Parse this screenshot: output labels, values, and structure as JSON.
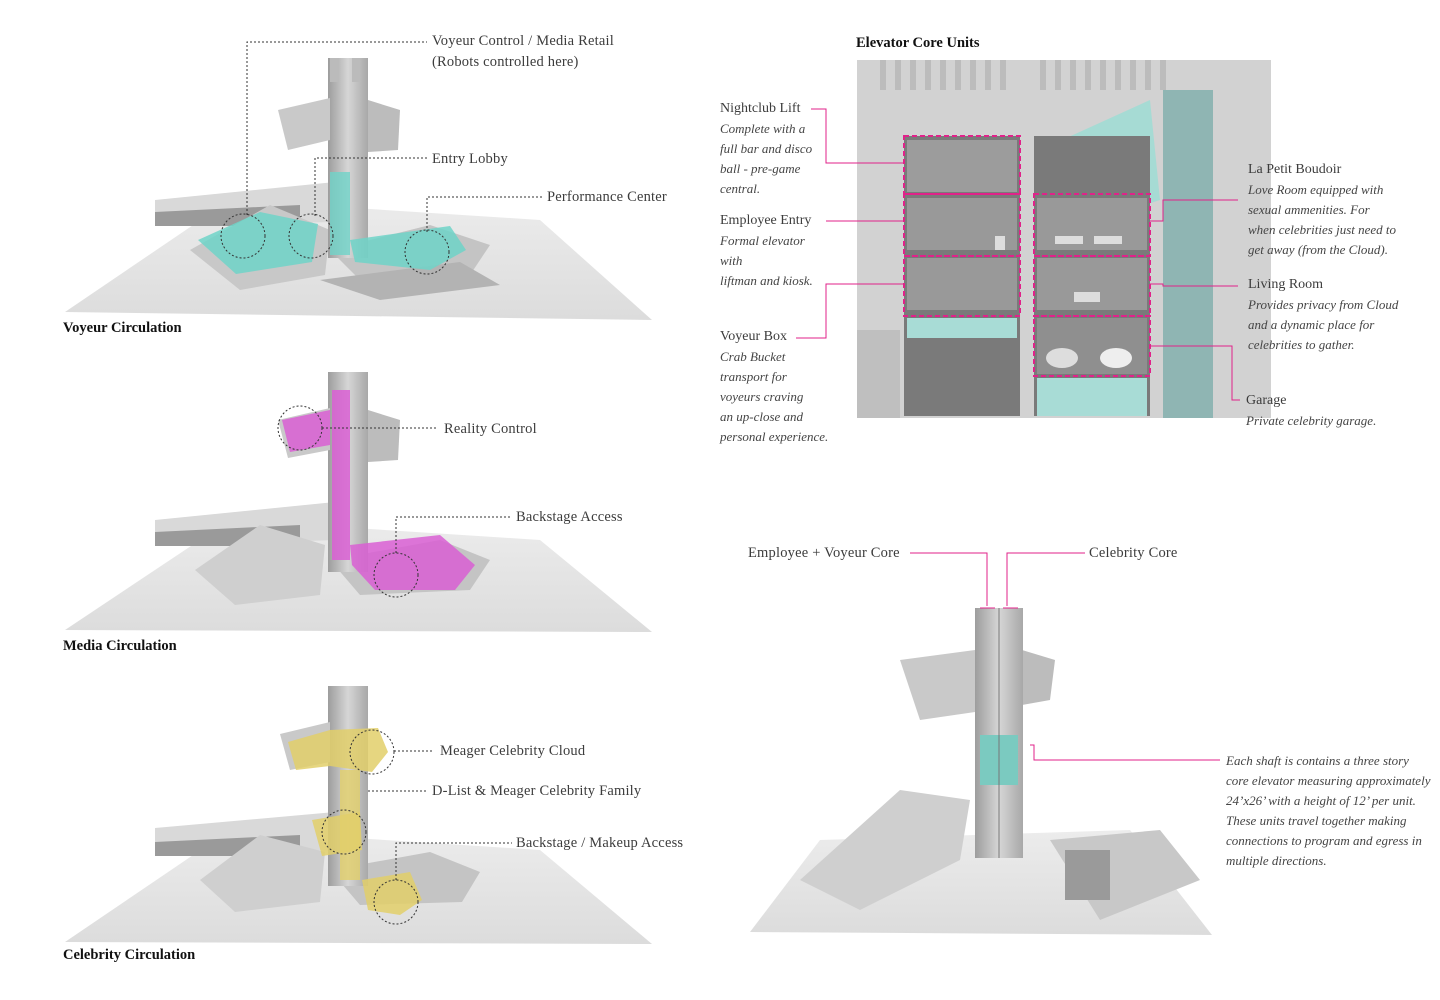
{
  "colors": {
    "voyeur": "#6fd3c8",
    "media": "#d95fd3",
    "celebrity": "#e2cf6a",
    "core_highlight": "#e0228a",
    "model_gray": "#d8d8d8"
  },
  "voyeur_circulation": {
    "title": "Voyeur Circulation",
    "label_control": "Voyeur Control / Media Retail",
    "label_control_sub": "(Robots controlled here)",
    "label_lobby": "Entry Lobby",
    "label_performance": "Performance Center"
  },
  "media_circulation": {
    "title": "Media Circulation",
    "label_reality": "Reality Control",
    "label_backstage": "Backstage Access"
  },
  "celebrity_circulation": {
    "title": "Celebrity Circulation",
    "label_cloud": "Meager Celebrity Cloud",
    "label_family": "D-List & Meager Celebrity Family",
    "label_makeup": "Backstage / Makeup Access"
  },
  "elevator_core_units": {
    "title": "Elevator Core Units",
    "nightclub": {
      "heading": "Nightclub Lift",
      "body": [
        "Complete with a",
        "full bar and disco",
        "ball - pre-game",
        "central."
      ]
    },
    "employee": {
      "heading": "Employee Entry",
      "body": [
        "Formal elevator with",
        "liftman and kiosk."
      ]
    },
    "voyeur_box": {
      "heading": "Voyeur Box",
      "body": [
        "Crab Bucket",
        "transport for",
        "voyeurs craving",
        "an up-close and",
        "personal experience."
      ]
    },
    "boudoir": {
      "heading": "La Petit Boudoir",
      "body": [
        "Love Room equipped with",
        "sexual ammenities. For",
        "when celebrities just need to",
        "get away (from the Cloud)."
      ]
    },
    "living": {
      "heading": "Living Room",
      "body": [
        "Provides privacy from Cloud",
        "and a dynamic place for",
        "celebrities to gather."
      ]
    },
    "garage": {
      "heading": "Garage",
      "body": [
        "Private celebrity garage."
      ]
    }
  },
  "core_diagram": {
    "label_employee_core": "Employee + Voyeur Core",
    "label_celebrity_core": "Celebrity Core",
    "description": [
      "Each shaft is contains a three story",
      "core elevator measuring approximately",
      "24’x26’ with a height of  12’ per unit.",
      "These units travel together making",
      "connections to program and egress in",
      "multiple directions."
    ]
  }
}
